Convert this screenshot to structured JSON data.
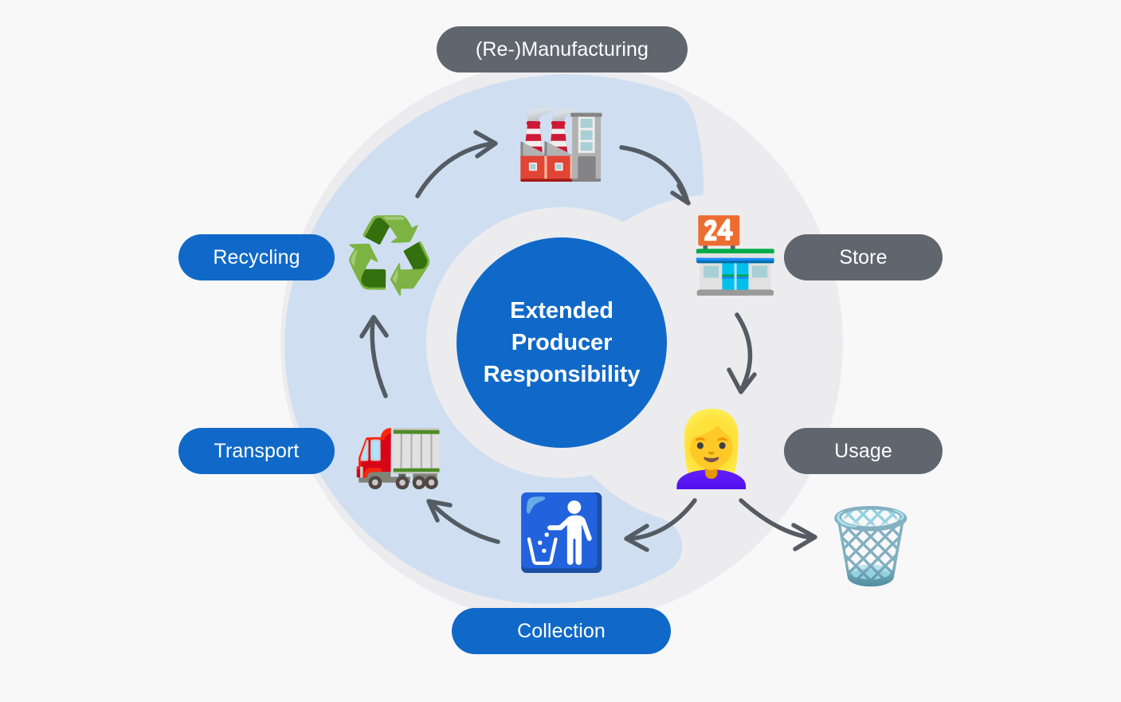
{
  "diagram": {
    "title": "Extended Producer Responsibility",
    "type": "circular-cycle",
    "background_color": "#f8f8f8",
    "center": {
      "label": "Extended\nProducer\nResponsibility",
      "color": "#1069c8",
      "text_color": "#ffffff"
    },
    "ring": {
      "outer_color": "#ececee",
      "highlight_color": "#cfdff1"
    },
    "arrow_color": "#555b63",
    "stages": [
      {
        "id": "manufacturing",
        "label": "(Re-)Manufacturing",
        "icon": "factory-icon",
        "glyph": "🏭",
        "pill_style": "gray",
        "pill_color": "#60666e",
        "position": "top"
      },
      {
        "id": "store",
        "label": "Store",
        "icon": "convenience-store-icon",
        "glyph": "🏪",
        "pill_style": "gray",
        "pill_color": "#60666e",
        "position": "upper-right"
      },
      {
        "id": "usage",
        "label": "Usage",
        "icon": "person-icon",
        "glyph": "👱‍♀️",
        "pill_style": "gray",
        "pill_color": "#60666e",
        "position": "lower-right"
      },
      {
        "id": "disposal",
        "label": "",
        "icon": "wastebasket-icon",
        "glyph": "🗑️",
        "pill_style": "none",
        "pill_color": "",
        "position": "bottom-right"
      },
      {
        "id": "collection",
        "label": "Collection",
        "icon": "litter-in-bin-sign-icon",
        "glyph": "🚮",
        "pill_style": "blue",
        "pill_color": "#1069c8",
        "position": "bottom"
      },
      {
        "id": "transport",
        "label": "Transport",
        "icon": "lorry-icon",
        "glyph": "🚛",
        "pill_style": "blue",
        "pill_color": "#1069c8",
        "position": "lower-left"
      },
      {
        "id": "recycling",
        "label": "Recycling",
        "icon": "recycling-symbol-icon",
        "glyph": "♻️",
        "pill_style": "blue",
        "pill_color": "#1069c8",
        "position": "upper-left"
      }
    ],
    "flow": [
      "recycling",
      "manufacturing",
      "store",
      "usage",
      "disposal",
      "collection",
      "transport",
      "recycling"
    ]
  }
}
